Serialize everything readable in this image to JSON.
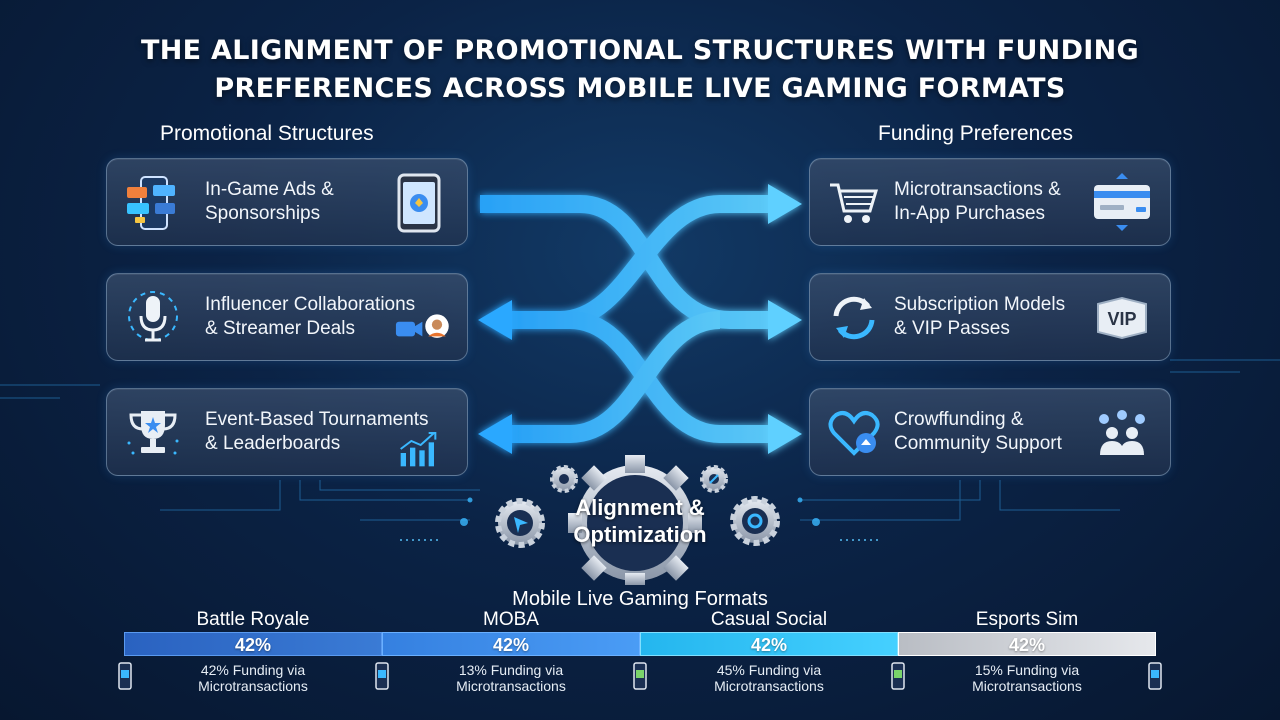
{
  "title": {
    "line1": "THE ALIGNMENT OF PROMOTIONAL STRUCTURES WITH FUNDING",
    "line2": "PREFERENCES ACROSS MOBILE LIVE GAMING FORMATS"
  },
  "promotional": {
    "heading": "Promotional Structures",
    "items": [
      {
        "line1": "In-Game Ads &",
        "line2": "Sponsorships",
        "icon_left": "ads-phone-icon",
        "icon_right": "tablet-icon"
      },
      {
        "line1": "Influencer Collaborations",
        "line2": "& Streamer Deals",
        "icon_left": "microphone-icon",
        "icon_right": "streamer-icon"
      },
      {
        "line1": "Event-Based Tournaments",
        "line2": "& Leaderboards",
        "icon_left": "trophy-icon",
        "icon_right": "bar-growth-icon"
      }
    ]
  },
  "funding": {
    "heading": "Funding Preferences",
    "items": [
      {
        "line1": "Microtransactions &",
        "line2": "In-App Purchases",
        "icon_left": "cart-icon",
        "icon_right": "card-icon"
      },
      {
        "line1": "Subscription Models",
        "line2": "& VIP Passes",
        "icon_left": "refresh-icon",
        "icon_right": "vip-icon"
      },
      {
        "line1": "Crowffunding &",
        "line2": "Community Support",
        "icon_left": "heart-icon",
        "icon_right": "community-icon"
      }
    ]
  },
  "center": {
    "line1": "Alignment &",
    "line2": "Optimization"
  },
  "formats": {
    "heading": "Mobile Live Gaming Formats",
    "items": [
      {
        "name": "Battle Royale",
        "bar_label": "42%",
        "desc1": "42% Funding via",
        "desc2": "Microtransactions",
        "color": "#2f6fd0"
      },
      {
        "name": "MOBA",
        "bar_label": "42%",
        "desc1": "13% Funding via",
        "desc2": "Microtransactions",
        "color": "#3a8df0"
      },
      {
        "name": "Casual Social",
        "bar_label": "42%",
        "desc1": "45% Funding via",
        "desc2": "Microtransactions",
        "color": "#2fc3f0"
      },
      {
        "name": "Esports Sim",
        "bar_label": "42%",
        "desc1": "15% Funding via",
        "desc2": "Microtransactions",
        "color": "#c9ccd2"
      }
    ]
  },
  "colors": {
    "accent": "#3ab8ff",
    "background": "#0b2346"
  }
}
